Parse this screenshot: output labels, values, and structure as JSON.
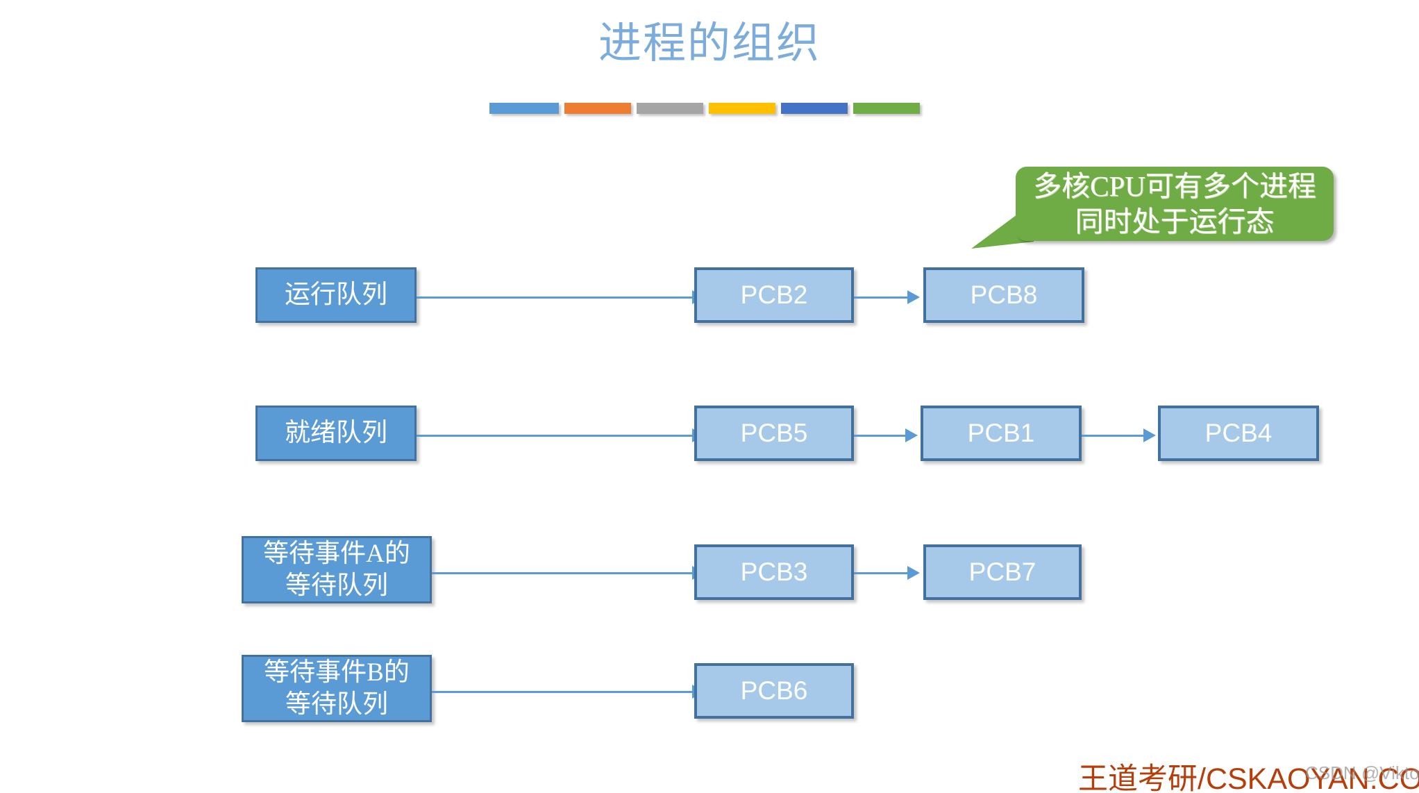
{
  "slide": {
    "title": "进程的组织",
    "title_color": "#7BACDC",
    "background": "#ffffff"
  },
  "accent_bars": [
    {
      "name": "accent-bar-blue",
      "color": "#5B9BD5",
      "width": 100
    },
    {
      "name": "accent-bar-orange",
      "color": "#ED7D31",
      "width": 96
    },
    {
      "name": "accent-bar-gray",
      "color": "#A5A5A5",
      "width": 96
    },
    {
      "name": "accent-bar-yellow",
      "color": "#FFC000",
      "width": 96
    },
    {
      "name": "accent-bar-indigo",
      "color": "#4472C4",
      "width": 96
    },
    {
      "name": "accent-bar-green",
      "color": "#70AD47",
      "width": 96
    }
  ],
  "callout": {
    "line1": "多核CPU可有多个进程",
    "line2": "同时处于运行态",
    "fill_color": "#6FAC46",
    "text_color": "#FFFFFF"
  },
  "queues": [
    {
      "id": "running-queue",
      "label": "运行队列",
      "nodes": [
        {
          "id": "pcb2",
          "label": "PCB2"
        },
        {
          "id": "pcb8",
          "label": "PCB8"
        }
      ]
    },
    {
      "id": "ready-queue",
      "label": "就绪队列",
      "nodes": [
        {
          "id": "pcb5",
          "label": "PCB5"
        },
        {
          "id": "pcb1",
          "label": "PCB1"
        },
        {
          "id": "pcb4",
          "label": "PCB4"
        }
      ]
    },
    {
      "id": "wait-queue-a",
      "label": "等待事件A的\n等待队列",
      "nodes": [
        {
          "id": "pcb3",
          "label": "PCB3"
        },
        {
          "id": "pcb7",
          "label": "PCB7"
        }
      ]
    },
    {
      "id": "wait-queue-b",
      "label": "等待事件B的\n等待队列",
      "nodes": [
        {
          "id": "pcb6",
          "label": "PCB6"
        }
      ]
    }
  ],
  "colors": {
    "queue_fill": "#5B9BD5",
    "pcb_fill": "#A6C9E9",
    "box_border": "#41719C",
    "connector": "#5B9BD5"
  },
  "watermarks": {
    "brand": "王道考研/CSKAOYAN.COM",
    "brand_color": "#B63E0B",
    "csdn": "CSDN @Viktoriae"
  }
}
